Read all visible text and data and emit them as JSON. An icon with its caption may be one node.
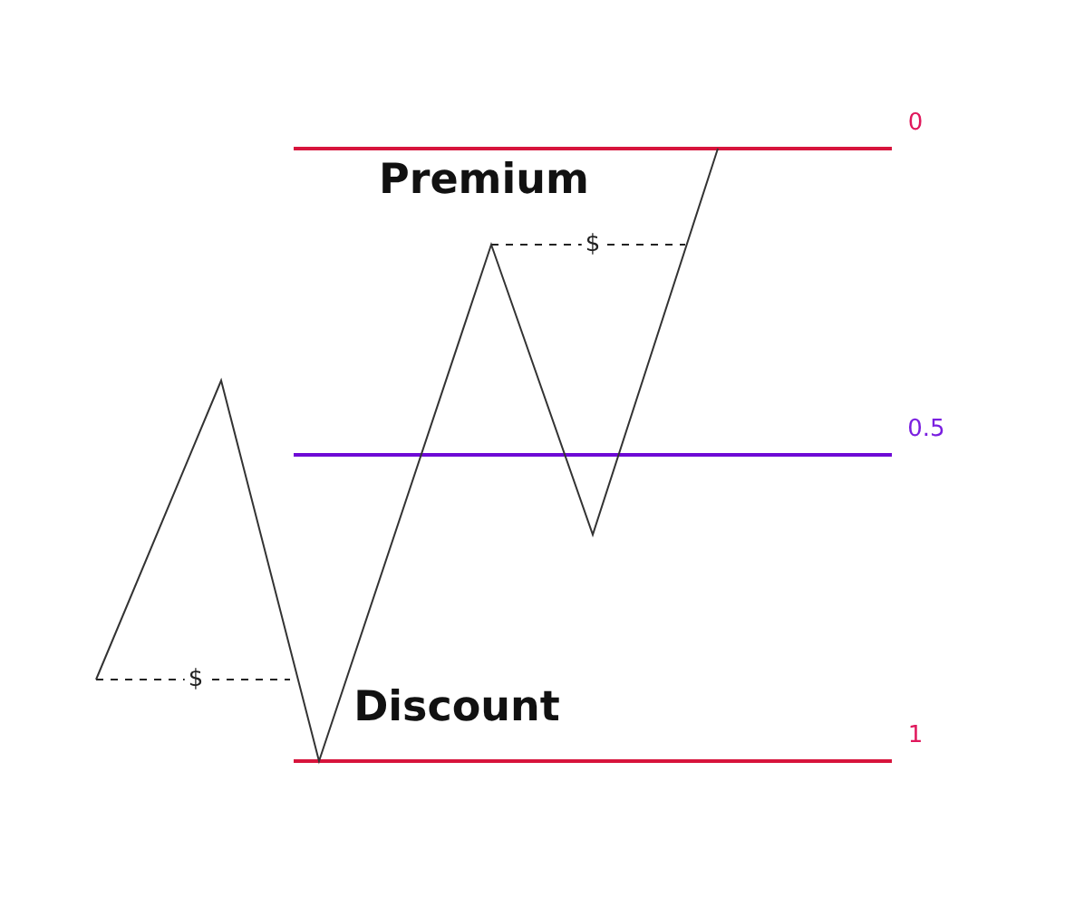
{
  "diagram": {
    "labels": [
      "0",
      "Premium",
      "$",
      "0.5",
      "$",
      "Discount",
      "1"
    ]
  }
}
